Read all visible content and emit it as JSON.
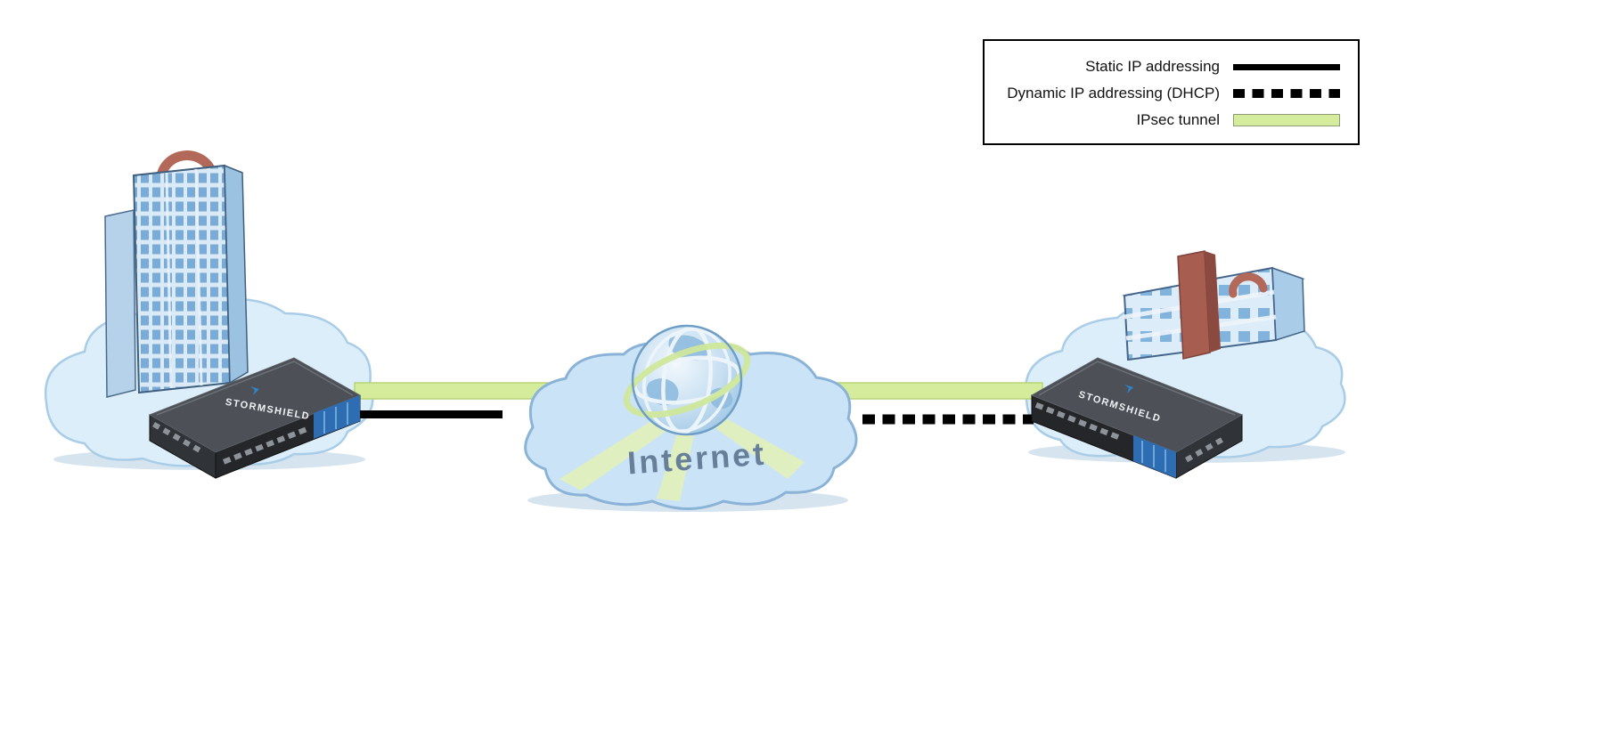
{
  "legend": {
    "items": [
      {
        "id": "static",
        "label": "Static IP addressing",
        "style": "solid-black-line"
      },
      {
        "id": "dhcp",
        "label": "Dynamic IP addressing (DHCP)",
        "style": "dashed-black-line"
      },
      {
        "id": "ipsec",
        "label": "IPsec tunnel",
        "style": "green-band"
      }
    ]
  },
  "internet_cloud": {
    "label": "Internet"
  },
  "appliances": {
    "left": {
      "brand": "STORMSHIELD"
    },
    "right": {
      "brand": "STORMSHIELD"
    }
  },
  "links": {
    "ipsec_tunnel": "IPsec tunnel between the two Stormshield firewalls",
    "static_link": "Static IP addressing on left firewall WAN",
    "dhcp_link": "Dynamic IP addressing (DHCP) on right firewall WAN"
  },
  "colors": {
    "tunnel_fill": "#d5ec9d",
    "tunnel_border": "#b6d478",
    "line": "#000000",
    "site_cloud_fill": "#ddeefb",
    "site_cloud_border": "#a9cce7",
    "internet_cloud_fill": "#cbe3f6",
    "internet_cloud_border": "#8ab3d7",
    "internet_text": "#687f9a",
    "appliance_top": "#4d5157",
    "appliance_front": "#24262a",
    "accent_blue": "#2e6db2",
    "brand_text": "#eef1f4",
    "building_blue": "#9cc2e2",
    "building_red": "#a75d50"
  }
}
